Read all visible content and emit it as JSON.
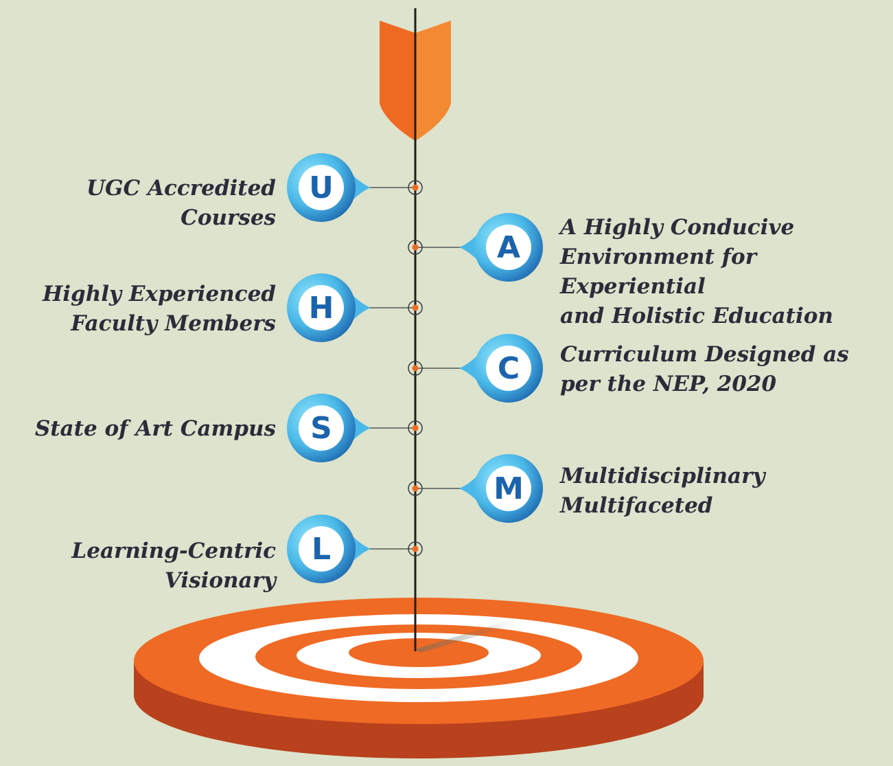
{
  "colors": {
    "background": "#dde3cc",
    "arrow_dark": "#ee6a22",
    "arrow_light": "#f38a33",
    "badge_blue": "#1b64ad",
    "badge_light": "#6fd3f5",
    "target_orange": "#ef6a24",
    "target_rim": "#b9411d",
    "text": "#2b2b3a"
  },
  "items": [
    {
      "letter": "U",
      "text": "UGC Accredited Courses",
      "side": "left",
      "icon": "badge-u-icon"
    },
    {
      "letter": "A",
      "text": "A Highly Conducive\nEnvironment for Experiential\nand Holistic Education",
      "side": "right",
      "icon": "badge-a-icon"
    },
    {
      "letter": "H",
      "text": "Highly Experienced\nFaculty Members",
      "side": "left",
      "icon": "badge-h-icon"
    },
    {
      "letter": "C",
      "text": "Curriculum Designed as\nper the NEP, 2020",
      "side": "right",
      "icon": "badge-c-icon"
    },
    {
      "letter": "S",
      "text": "State of Art Campus",
      "side": "left",
      "icon": "badge-s-icon"
    },
    {
      "letter": "M",
      "text": "Multidisciplinary\nMultifaceted",
      "side": "right",
      "icon": "badge-m-icon"
    },
    {
      "letter": "L",
      "text": "Learning-Centric\nVisionary",
      "side": "left",
      "icon": "badge-l-icon"
    }
  ],
  "decor": {
    "arrow_icon": "arrow-fletching-icon",
    "target_icon": "bullseye-target-icon"
  }
}
